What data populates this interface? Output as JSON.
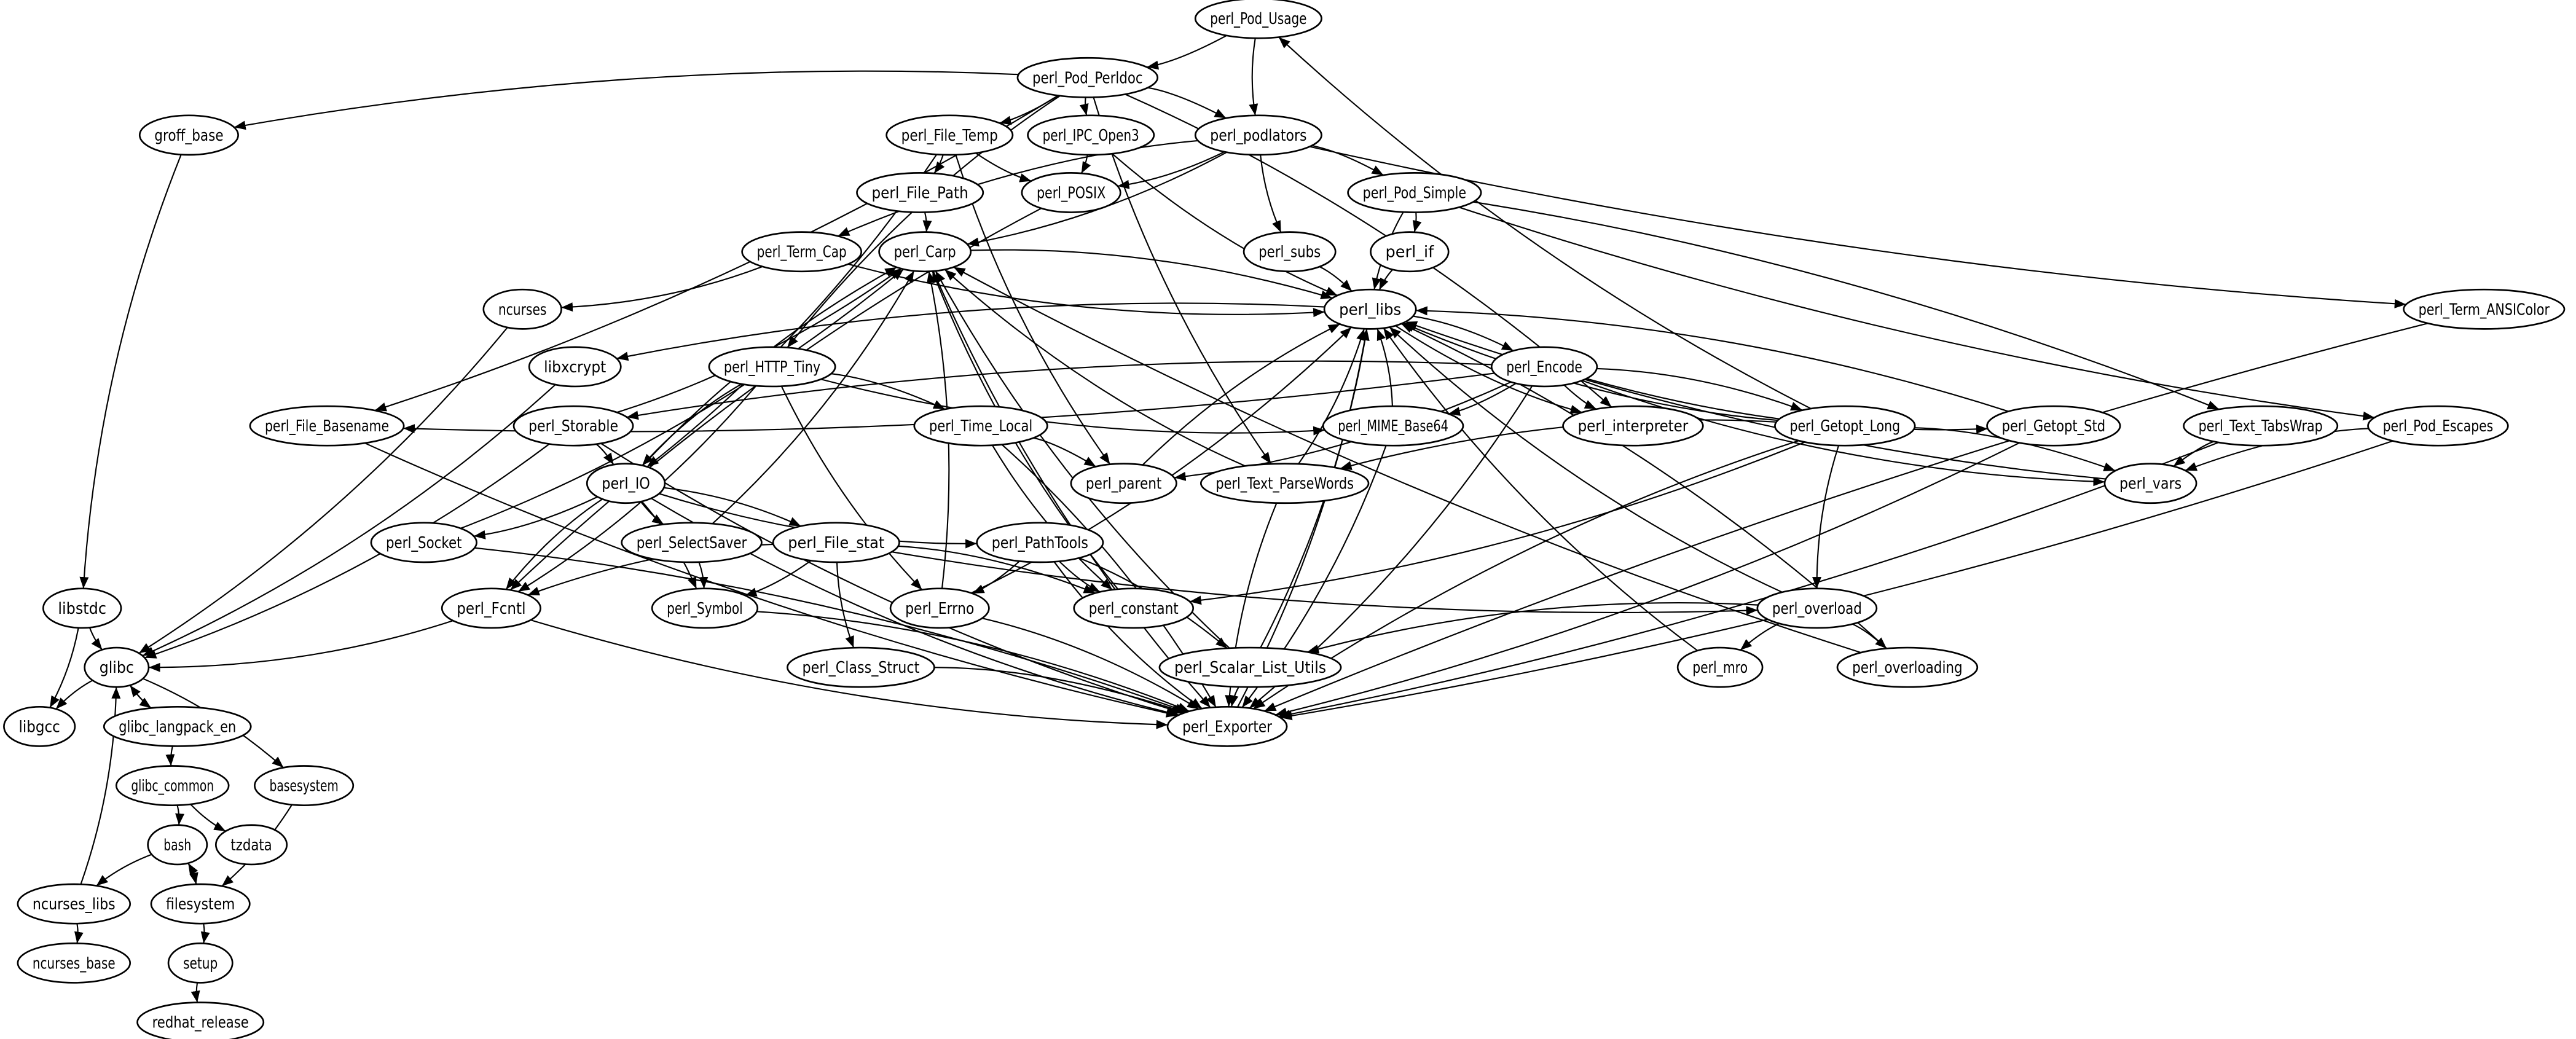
{
  "graph": {
    "type": "package-dependency-graph",
    "colors": {
      "background": "#ffffff",
      "stroke": "#000000",
      "text": "#000000"
    },
    "nodes": [
      "perl_Pod_Usage",
      "perl_Pod_Perldoc",
      "groff_base",
      "perl_File_Temp",
      "perl_IPC_Open3",
      "perl_podlators",
      "perl_File_Path",
      "perl_POSIX",
      "perl_Pod_Simple",
      "perl_Term_Cap",
      "perl_Carp",
      "perl_subs",
      "perl_if",
      "ncurses",
      "perl_libs",
      "perl_Term_ANSIColor",
      "libxcrypt",
      "perl_HTTP_Tiny",
      "perl_Encode",
      "perl_File_Basename",
      "perl_Storable",
      "perl_Time_Local",
      "perl_MIME_Base64",
      "perl_interpreter",
      "perl_Getopt_Long",
      "perl_Getopt_Std",
      "perl_Text_TabsWrap",
      "perl_Pod_Escapes",
      "perl_IO",
      "perl_parent",
      "perl_Text_ParseWords",
      "perl_vars",
      "perl_Socket",
      "perl_SelectSaver",
      "perl_File_stat",
      "perl_PathTools",
      "perl_Fcntl",
      "perl_Symbol",
      "perl_Errno",
      "perl_constant",
      "perl_overload",
      "libstdc",
      "glibc",
      "perl_Class_Struct",
      "perl_Scalar_List_Utils",
      "perl_mro",
      "perl_overloading",
      "libgcc",
      "glibc_langpack_en",
      "perl_Exporter",
      "glibc_common",
      "tzdata",
      "basesystem",
      "bash",
      "ncurses_libs",
      "filesystem",
      "ncurses_base",
      "setup",
      "redhat_release"
    ],
    "edges": [
      [
        "perl_Pod_Usage",
        "perl_Pod_Perldoc"
      ],
      [
        "perl_Pod_Usage",
        "perl_podlators"
      ],
      [
        "perl_Getopt_Long",
        "perl_Pod_Usage"
      ],
      [
        "perl_Pod_Perldoc",
        "groff_base"
      ],
      [
        "perl_Pod_Perldoc",
        "perl_File_Basename"
      ],
      [
        "perl_Pod_Perldoc",
        "perl_HTTP_Tiny"
      ],
      [
        "perl_Pod_Perldoc",
        "perl_File_Temp"
      ],
      [
        "perl_Pod_Perldoc",
        "perl_IPC_Open3"
      ],
      [
        "perl_Pod_Perldoc",
        "perl_podlators"
      ],
      [
        "perl_Pod_Perldoc",
        "perl_Text_ParseWords"
      ],
      [
        "perl_Pod_Perldoc",
        "perl_interpreter"
      ],
      [
        "groff_base",
        "libstdc"
      ],
      [
        "perl_File_Temp",
        "perl_File_Path"
      ],
      [
        "perl_File_Temp",
        "perl_POSIX"
      ],
      [
        "perl_File_Temp",
        "perl_IO"
      ],
      [
        "perl_File_Temp",
        "perl_parent"
      ],
      [
        "perl_IPC_Open3",
        "perl_POSIX"
      ],
      [
        "perl_IPC_Open3",
        "perl_libs"
      ],
      [
        "perl_podlators",
        "perl_POSIX"
      ],
      [
        "perl_podlators",
        "perl_Term_Cap"
      ],
      [
        "perl_podlators",
        "perl_Carp"
      ],
      [
        "perl_podlators",
        "perl_subs"
      ],
      [
        "perl_podlators",
        "perl_Pod_Simple"
      ],
      [
        "perl_podlators",
        "perl_Term_ANSIColor"
      ],
      [
        "perl_File_Path",
        "perl_Carp"
      ],
      [
        "perl_POSIX",
        "perl_Fcntl"
      ],
      [
        "perl_Pod_Simple",
        "perl_if"
      ],
      [
        "perl_Pod_Simple",
        "perl_libs"
      ],
      [
        "perl_Pod_Simple",
        "perl_Text_TabsWrap"
      ],
      [
        "perl_Pod_Simple",
        "perl_Pod_Escapes"
      ],
      [
        "perl_Term_Cap",
        "ncurses"
      ],
      [
        "perl_Term_Cap",
        "perl_libs"
      ],
      [
        "perl_Carp",
        "perl_libs"
      ],
      [
        "perl_Carp",
        "perl_Exporter"
      ],
      [
        "perl_subs",
        "perl_libs"
      ],
      [
        "perl_if",
        "perl_libs"
      ],
      [
        "ncurses",
        "glibc"
      ],
      [
        "perl_libs",
        "libxcrypt"
      ],
      [
        "perl_libs",
        "perl_Encode"
      ],
      [
        "perl_libs",
        "perl_interpreter"
      ],
      [
        "libxcrypt",
        "glibc"
      ],
      [
        "perl_HTTP_Tiny",
        "perl_IO"
      ],
      [
        "perl_HTTP_Tiny",
        "perl_Time_Local"
      ],
      [
        "perl_HTTP_Tiny",
        "perl_MIME_Base64"
      ],
      [
        "perl_HTTP_Tiny",
        "perl_Fcntl"
      ],
      [
        "perl_HTTP_Tiny",
        "perl_Errno"
      ],
      [
        "perl_Encode",
        "perl_File_Basename"
      ],
      [
        "perl_Encode",
        "perl_Storable"
      ],
      [
        "perl_Encode",
        "perl_MIME_Base64"
      ],
      [
        "perl_Encode",
        "perl_interpreter"
      ],
      [
        "perl_Encode",
        "perl_Getopt_Long"
      ],
      [
        "perl_Encode",
        "perl_Getopt_Std"
      ],
      [
        "perl_Encode",
        "perl_parent"
      ],
      [
        "perl_Encode",
        "perl_vars"
      ],
      [
        "perl_Encode",
        "perl_Exporter"
      ],
      [
        "perl_File_Basename",
        "perl_Exporter"
      ],
      [
        "perl_Storable",
        "perl_IO"
      ],
      [
        "perl_Storable",
        "perl_Carp"
      ],
      [
        "perl_Storable",
        "glibc"
      ],
      [
        "perl_Storable",
        "perl_Exporter"
      ],
      [
        "perl_Time_Local",
        "perl_parent"
      ],
      [
        "perl_Time_Local",
        "perl_constant"
      ],
      [
        "perl_Time_Local",
        "perl_Exporter"
      ],
      [
        "perl_MIME_Base64",
        "perl_libs"
      ],
      [
        "perl_MIME_Base64",
        "perl_Exporter"
      ],
      [
        "perl_Getopt_Long",
        "perl_Text_ParseWords"
      ],
      [
        "perl_Getopt_Long",
        "perl_vars"
      ],
      [
        "perl_Getopt_Long",
        "perl_overload"
      ],
      [
        "perl_Getopt_Long",
        "perl_constant"
      ],
      [
        "perl_Getopt_Long",
        "perl_Exporter"
      ],
      [
        "perl_Getopt_Long",
        "perl_libs"
      ],
      [
        "perl_Getopt_Std",
        "perl_libs"
      ],
      [
        "perl_Getopt_Std",
        "perl_Exporter"
      ],
      [
        "perl_Text_TabsWrap",
        "perl_vars"
      ],
      [
        "perl_Text_TabsWrap",
        "perl_Exporter"
      ],
      [
        "perl_Pod_Escapes",
        "perl_vars"
      ],
      [
        "perl_Pod_Escapes",
        "perl_Exporter"
      ],
      [
        "perl_Term_ANSIColor",
        "perl_Exporter"
      ],
      [
        "perl_IO",
        "perl_Socket"
      ],
      [
        "perl_IO",
        "perl_SelectSaver"
      ],
      [
        "perl_IO",
        "perl_File_stat"
      ],
      [
        "perl_IO",
        "perl_Fcntl"
      ],
      [
        "perl_IO",
        "perl_Symbol"
      ],
      [
        "perl_IO",
        "perl_PathTools"
      ],
      [
        "perl_IO",
        "perl_Carp"
      ],
      [
        "perl_IO",
        "perl_Exporter"
      ],
      [
        "perl_parent",
        "perl_libs"
      ],
      [
        "perl_Text_ParseWords",
        "perl_libs"
      ],
      [
        "perl_Text_ParseWords",
        "perl_Carp"
      ],
      [
        "perl_Text_ParseWords",
        "perl_Exporter"
      ],
      [
        "perl_vars",
        "perl_libs"
      ],
      [
        "perl_Socket",
        "perl_Carp"
      ],
      [
        "perl_Socket",
        "perl_Exporter"
      ],
      [
        "perl_SelectSaver",
        "perl_Carp"
      ],
      [
        "perl_SelectSaver",
        "perl_Symbol"
      ],
      [
        "perl_File_stat",
        "perl_Fcntl"
      ],
      [
        "perl_File_stat",
        "perl_Symbol"
      ],
      [
        "perl_File_stat",
        "perl_Class_Struct"
      ],
      [
        "perl_File_stat",
        "perl_constant"
      ],
      [
        "perl_File_stat",
        "perl_overload"
      ],
      [
        "perl_PathTools",
        "perl_Errno"
      ],
      [
        "perl_PathTools",
        "perl_constant"
      ],
      [
        "perl_PathTools",
        "perl_Scalar_List_Utils"
      ],
      [
        "perl_PathTools",
        "perl_Exporter"
      ],
      [
        "perl_Fcntl",
        "glibc"
      ],
      [
        "perl_Fcntl",
        "perl_Exporter"
      ],
      [
        "perl_Symbol",
        "perl_Exporter"
      ],
      [
        "perl_Errno",
        "perl_Carp"
      ],
      [
        "perl_Errno",
        "perl_Exporter"
      ],
      [
        "perl_Errno",
        "perl_libs"
      ],
      [
        "perl_constant",
        "perl_Carp"
      ],
      [
        "perl_overload",
        "perl_mro"
      ],
      [
        "perl_overload",
        "perl_overloading"
      ],
      [
        "perl_overload",
        "perl_Scalar_List_Utils"
      ],
      [
        "perl_overload",
        "perl_libs"
      ],
      [
        "libstdc",
        "glibc"
      ],
      [
        "libstdc",
        "libgcc"
      ],
      [
        "glibc",
        "libgcc"
      ],
      [
        "glibc",
        "basesystem"
      ],
      [
        "glibc",
        "glibc_langpack_en"
      ],
      [
        "glibc_langpack_en",
        "glibc"
      ],
      [
        "glibc_langpack_en",
        "glibc_common"
      ],
      [
        "perl_Class_Struct",
        "perl_Exporter"
      ],
      [
        "perl_Scalar_List_Utils",
        "perl_Exporter"
      ],
      [
        "perl_Scalar_List_Utils",
        "perl_Carp"
      ],
      [
        "perl_Scalar_List_Utils",
        "perl_libs"
      ],
      [
        "perl_mro",
        "perl_libs"
      ],
      [
        "perl_overloading",
        "perl_libs"
      ],
      [
        "perl_overloading",
        "perl_Carp"
      ],
      [
        "perl_Exporter",
        "perl_libs"
      ],
      [
        "glibc_common",
        "bash"
      ],
      [
        "glibc_common",
        "tzdata"
      ],
      [
        "basesystem",
        "filesystem"
      ],
      [
        "bash",
        "ncurses_libs"
      ],
      [
        "bash",
        "filesystem"
      ],
      [
        "filesystem",
        "bash"
      ],
      [
        "filesystem",
        "setup"
      ],
      [
        "ncurses_libs",
        "glibc"
      ],
      [
        "ncurses_libs",
        "ncurses_base"
      ],
      [
        "setup",
        "redhat_release"
      ]
    ]
  }
}
